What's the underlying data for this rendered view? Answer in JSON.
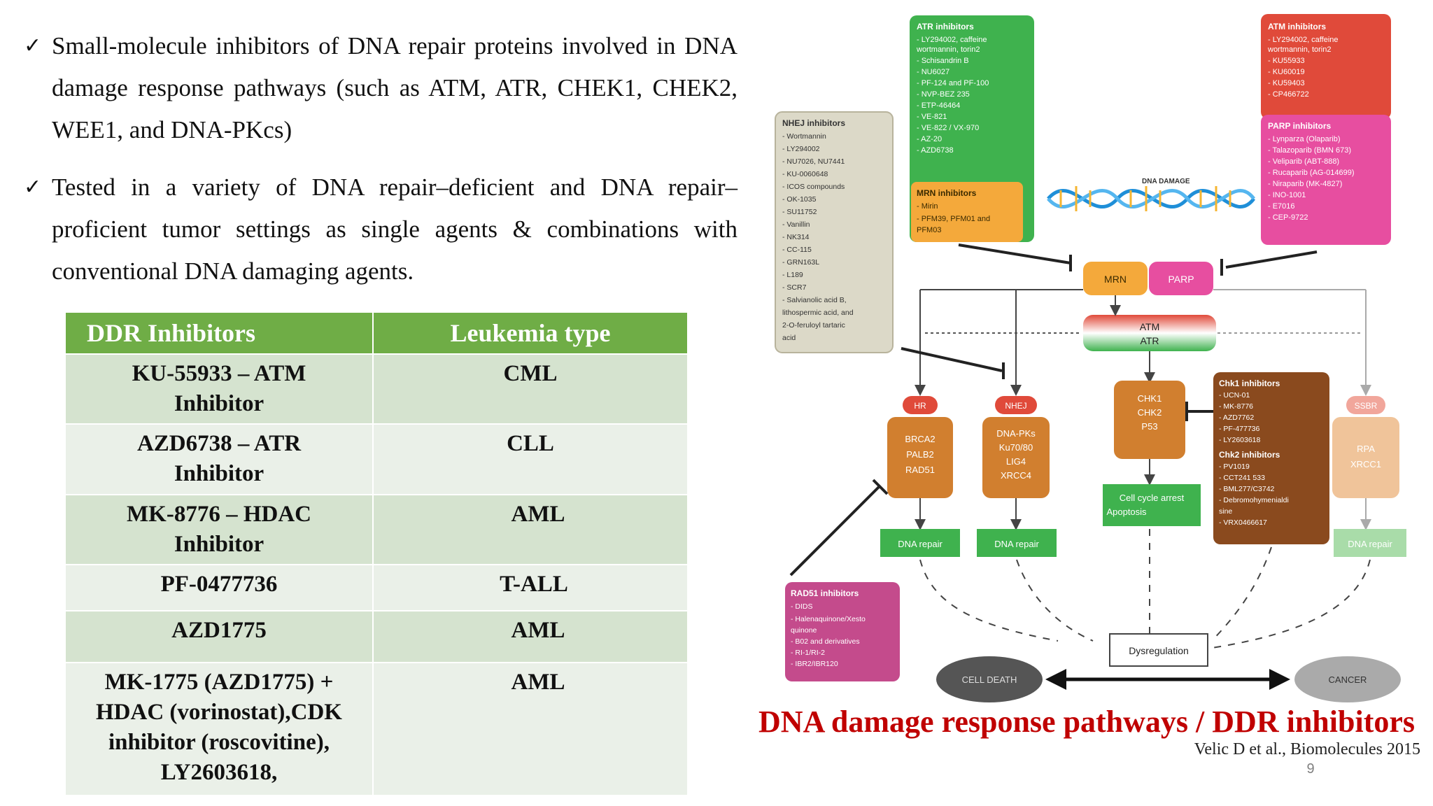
{
  "bullets": [
    {
      "mark": "✓",
      "text": "Small-molecule inhibitors of DNA repair proteins involved in DNA  damage response pathways (such as ATM, ATR, CHEK1, CHEK2,  WEE1, and DNA-PKcs)"
    },
    {
      "mark": "✓",
      "text": " Tested in a variety of DNA repair–deficient and DNA repair–proficient  tumor settings as single agents & combinations with conventional DNA  damaging agents."
    }
  ],
  "table": {
    "headers": [
      "DDR  Inhibitors",
      "Leukemia type"
    ],
    "rows": [
      {
        "inhibitor_lines": [
          "KU-55933 – ATM",
          "Inhibitor"
        ],
        "type": "CML"
      },
      {
        "inhibitor_lines": [
          "AZD6738 – ATR",
          "Inhibitor"
        ],
        "type": "CLL"
      },
      {
        "inhibitor_lines": [
          "MK-8776 – HDAC",
          "Inhibitor"
        ],
        "type": "AML"
      },
      {
        "inhibitor_lines": [
          "PF-0477736"
        ],
        "type": "T-ALL"
      },
      {
        "inhibitor_lines": [
          "AZD1775"
        ],
        "type": "AML"
      },
      {
        "inhibitor_lines": [
          "MK-1775 (AZD1775) +",
          "HDAC (vorinostat),CDK",
          "inhibitor (roscovitine),",
          "LY2603618,"
        ],
        "type": "AML"
      }
    ]
  },
  "figure": {
    "atr_box": {
      "title": "ATR inhibitors",
      "items": [
        "- LY294002, caffeine",
        "  wortmannin, torin2",
        "- Schisandrin B",
        "- NU6027",
        "- PF-124 and PF-100",
        "- NVP-BEZ 235",
        "- ETP-46464",
        "- VE-821",
        "- VE-822 / VX-970",
        "- AZ-20",
        "- AZD6738"
      ]
    },
    "atm_box": {
      "title": "ATM inhibitors",
      "items": [
        "- LY294002, caffeine",
        "  wortmannin, torin2",
        "- KU55933",
        "- KU60019",
        "- KU59403",
        "- CP466722"
      ]
    },
    "nhej_box": {
      "title": "NHEJ inhibitors",
      "items": [
        "- Wortmannin",
        "- LY294002",
        "- NU7026, NU7441",
        "- KU-0060648",
        "- ICOS compounds",
        "- OK-1035",
        "- SU11752",
        "- Vanillin",
        "- NK314",
        "- CC-115",
        "- GRN163L",
        "- L189",
        "- SCR7",
        "- Salvianolic acid B,",
        "lithospermic acid, and",
        "2-O-feruloyl tartaric",
        "acid"
      ]
    },
    "mrn_box": {
      "title": "MRN inhibitors",
      "items": [
        "- Mirin",
        "- PFM39, PFM01 and",
        "  PFM03"
      ]
    },
    "parp_box": {
      "title": "PARP inhibitors",
      "items": [
        "- Lynparza (Olaparib)",
        "- Talazoparib (BMN 673)",
        "- Veliparib (ABT-888)",
        "- Rucaparib (AG-014699)",
        "- Niraparib (MK-4827)",
        "- INO-1001",
        "- E7016",
        "- CEP-9722"
      ]
    },
    "chk_box": {
      "title": "Chk1 inhibitors",
      "items": [
        "- UCN-01",
        "- MK-8776",
        "- AZD7762",
        "- PF-477736",
        "- LY2603618"
      ],
      "title2": "Chk2 inhibitors",
      "items2": [
        "- PV1019",
        "- CCT241 533",
        "- BML277/C3742",
        "- Debromohymenialdi",
        "sine",
        "- VRX0466617"
      ]
    },
    "rad51_box": {
      "title": "RAD51 inhibitors",
      "items": [
        "- DIDS",
        "- Halenaquinone/Xesto",
        "quinone",
        "- B02 and derivatives",
        "- RI-1/RI-2",
        "- IBR2/IBR120"
      ]
    },
    "dna_damage": "DNA DAMAGE",
    "mrn": "MRN",
    "parp": "PARP",
    "atm": "ATM",
    "atr": "ATR",
    "hr": "HR",
    "nhej": "NHEJ",
    "ssbr": "SSBR",
    "hr_proteins": [
      "BRCA2",
      "PALB2",
      "RAD51"
    ],
    "nhej_proteins": [
      "DNA-PKs",
      "Ku70/80",
      "LIG4",
      "XRCC4"
    ],
    "chk_proteins": [
      "CHK1",
      "CHK2",
      "P53"
    ],
    "ssbr_proteins": [
      "RPA",
      "XRCC1"
    ],
    "dna_repair": "DNA repair",
    "cell_cycle": [
      "Cell cycle arrest",
      "Apoptosis"
    ],
    "dysregulation": "Dysregulation",
    "cell_death": "CELL DEATH",
    "cancer": "CANCER"
  },
  "caption": "DNA damage response pathways / DDR inhibitors",
  "citation": "Velic D et al., Biomolecules 2015",
  "page_number": "9"
}
